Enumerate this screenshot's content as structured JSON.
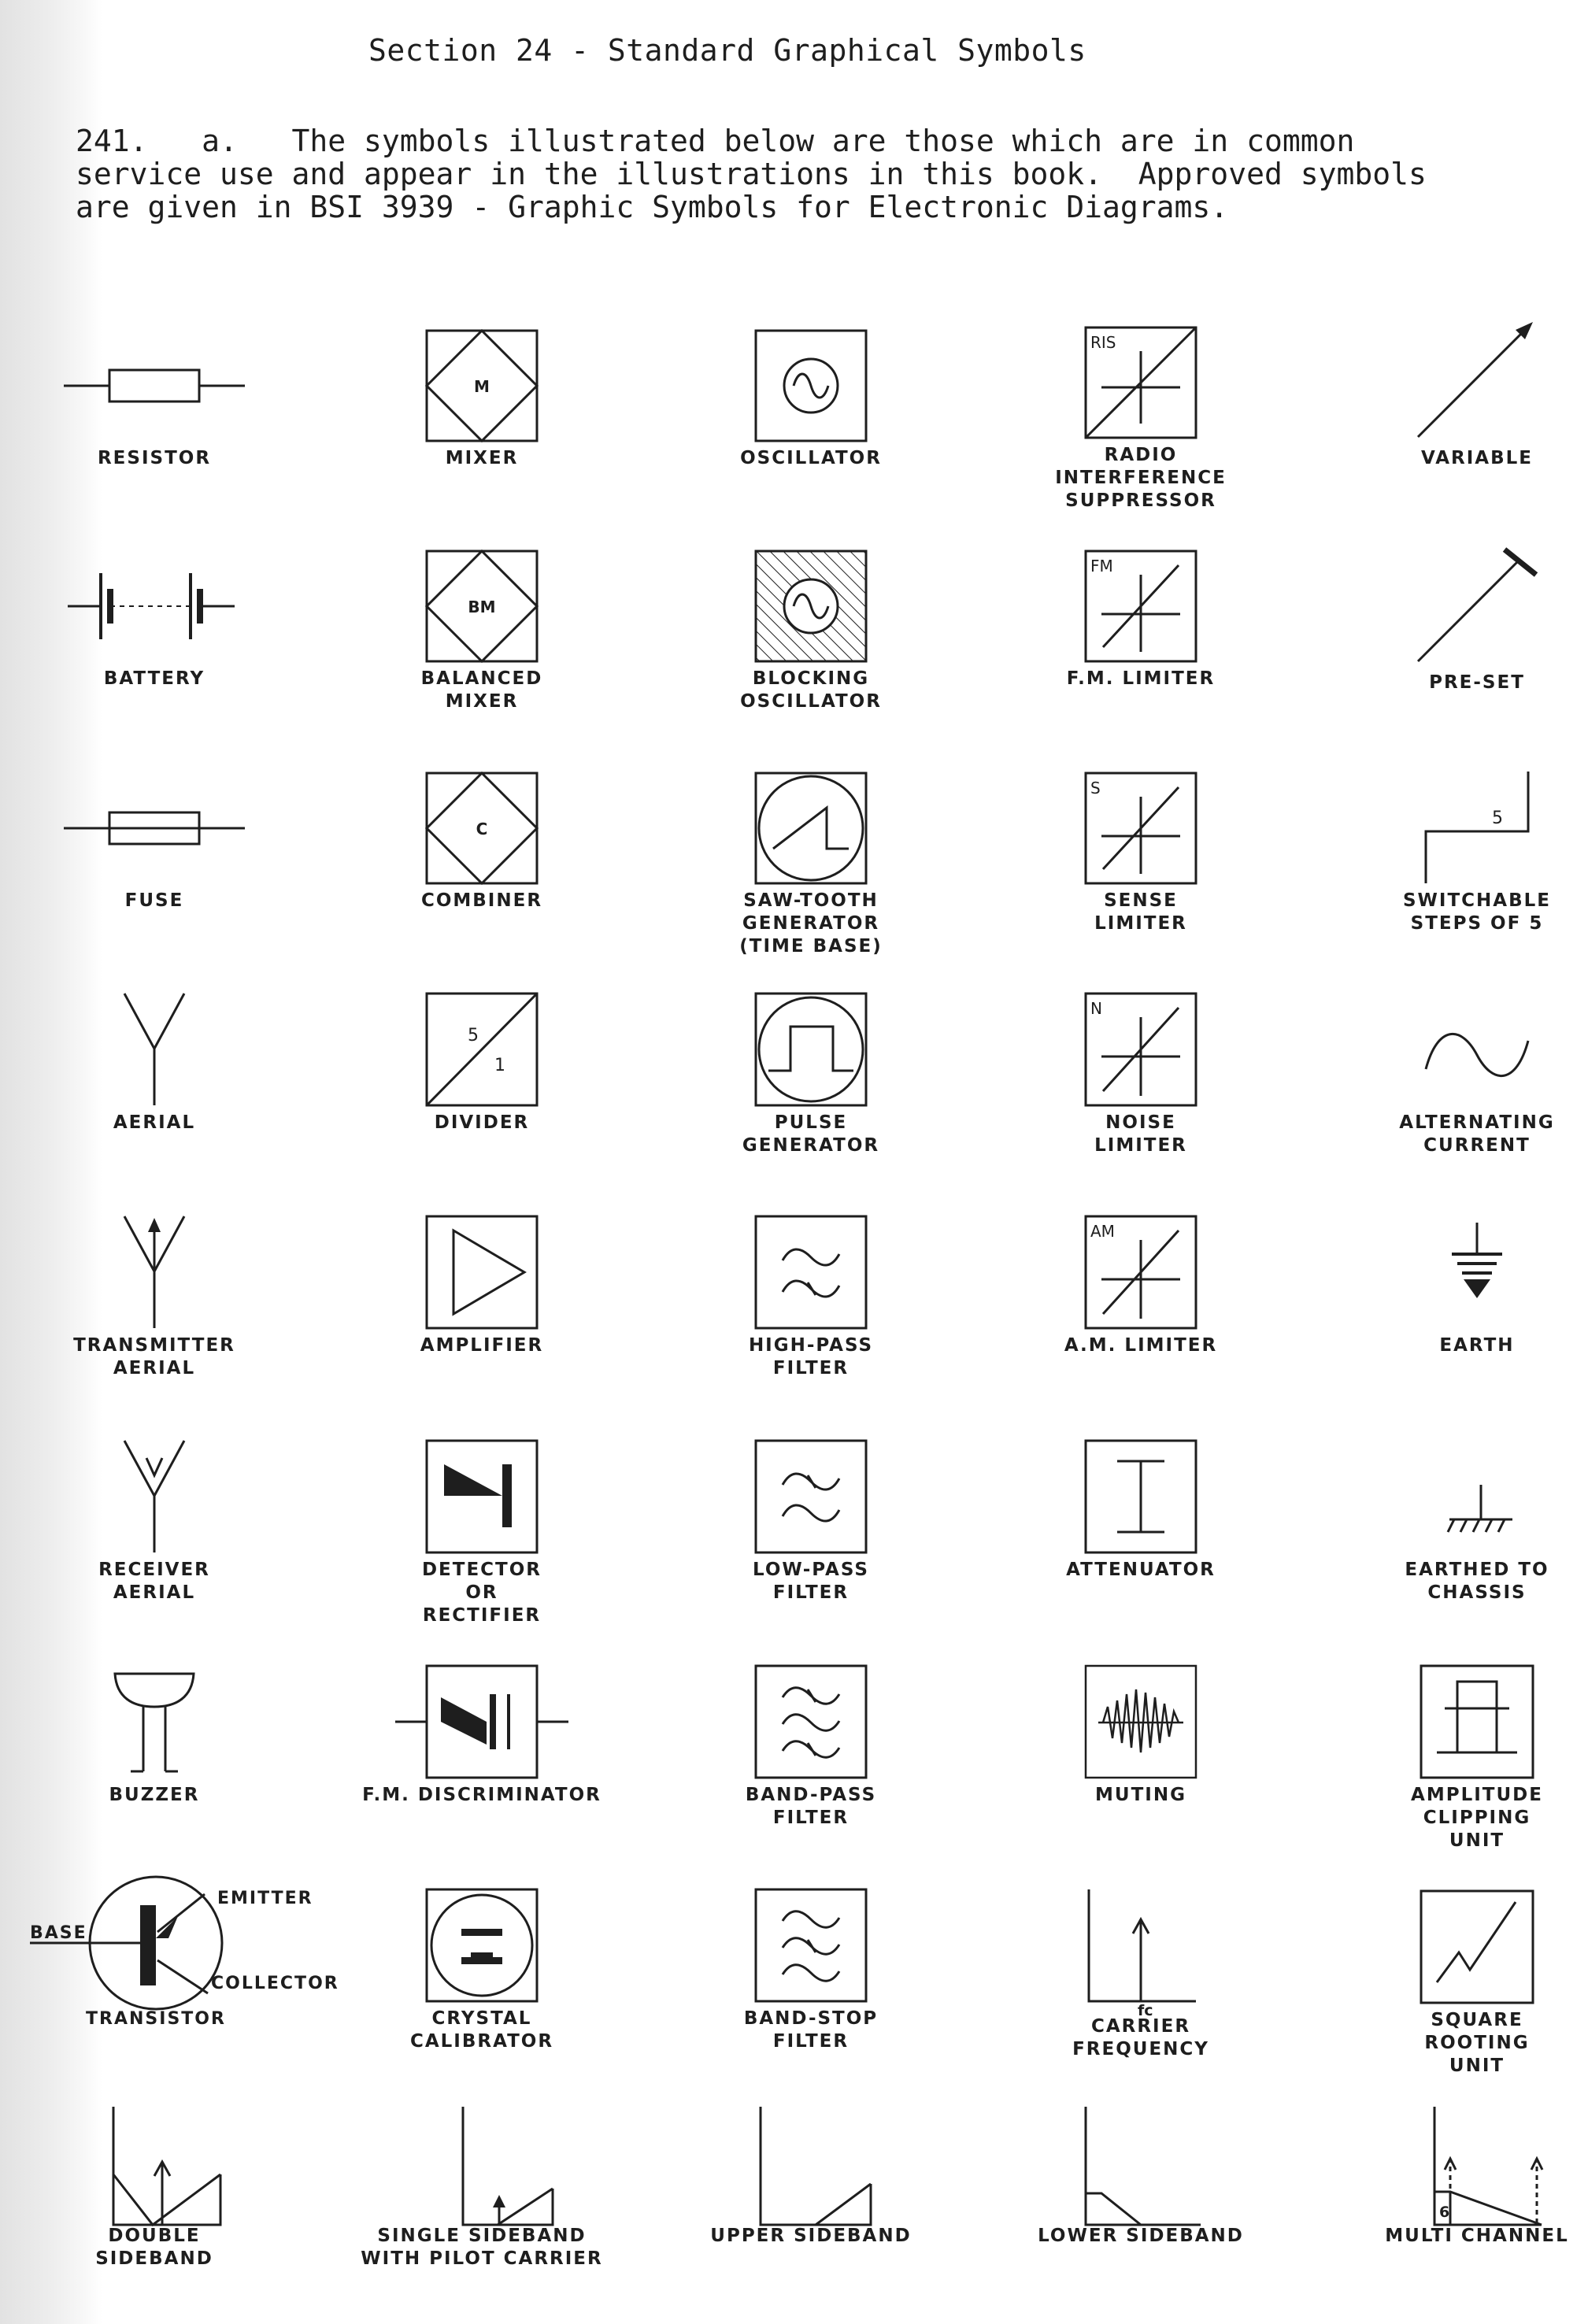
{
  "title": "Section 24 - Standard Graphical Symbols",
  "intro": [
    "241.   a.   The symbols illustrated below are those which are in common",
    "service use and appear in the illustrations in this book.  Approved symbols",
    "are given in BSI 3939 - Graphic Symbols for Electronic Diagrams."
  ],
  "symbols": {
    "resistor": [
      "RESISTOR"
    ],
    "mixer": [
      "MIXER"
    ],
    "mixer_letter": "M",
    "oscillator": [
      "OSCILLATOR"
    ],
    "ris": [
      "RADIO",
      "INTERFERENCE",
      "SUPPRESSOR"
    ],
    "ris_letter": "RIS",
    "variable": [
      "VARIABLE"
    ],
    "battery": [
      "BATTERY"
    ],
    "balanced_mixer": [
      "BALANCED",
      "MIXER"
    ],
    "bm_letter": "BM",
    "blocking_osc": [
      "BLOCKING",
      "OSCILLATOR"
    ],
    "fm_limiter": [
      "F.M. LIMITER"
    ],
    "fm_letter": "FM",
    "preset": [
      "PRE-SET"
    ],
    "fuse": [
      "FUSE"
    ],
    "combiner": [
      "COMBINER"
    ],
    "c_letter": "C",
    "sawtooth": [
      "SAW-TOOTH",
      "GENERATOR",
      "(TIME BASE)"
    ],
    "sense_limiter": [
      "SENSE",
      "LIMITER"
    ],
    "s_letter": "S",
    "switchable": [
      "SWITCHABLE",
      "STEPS OF 5"
    ],
    "switch_num": "5",
    "aerial": [
      "AERIAL"
    ],
    "divider": [
      "DIVIDER"
    ],
    "div_top": "5",
    "div_bottom": "1",
    "pulse_gen": [
      "PULSE",
      "GENERATOR"
    ],
    "noise_limiter": [
      "NOISE",
      "LIMITER"
    ],
    "n_letter": "N",
    "ac": [
      "ALTERNATING",
      "CURRENT"
    ],
    "tx_aerial": [
      "TRANSMITTER",
      "AERIAL"
    ],
    "amplifier": [
      "AMPLIFIER"
    ],
    "hpf": [
      "HIGH-PASS",
      "FILTER"
    ],
    "am_limiter": [
      "A.M. LIMITER"
    ],
    "am_letter": "AM",
    "earth": [
      "EARTH"
    ],
    "rx_aerial": [
      "RECEIVER",
      "AERIAL"
    ],
    "detector": [
      "DETECTOR",
      "OR",
      "RECTIFIER"
    ],
    "lpf": [
      "LOW-PASS",
      "FILTER"
    ],
    "attenuator": [
      "ATTENUATOR"
    ],
    "chassis": [
      "EARTHED TO",
      "CHASSIS"
    ],
    "buzzer": [
      "BUZZER"
    ],
    "fm_disc": [
      "F.M. DISCRIMINATOR"
    ],
    "bpf": [
      "BAND-PASS",
      "FILTER"
    ],
    "muting": [
      "MUTING"
    ],
    "clipping": [
      "AMPLITUDE",
      "CLIPPING",
      "UNIT"
    ],
    "transistor": [
      "TRANSISTOR"
    ],
    "emitter": "EMITTER",
    "base": "BASE",
    "collector": "COLLECTOR",
    "crystal": [
      "CRYSTAL",
      "CALIBRATOR"
    ],
    "bsf": [
      "BAND-STOP",
      "FILTER"
    ],
    "carrier": [
      "CARRIER",
      "FREQUENCY"
    ],
    "fc": "fc",
    "sqrt": [
      "SQUARE",
      "ROOTING",
      "UNIT"
    ],
    "dsb": [
      "DOUBLE",
      "SIDEBAND"
    ],
    "ssb_pilot": [
      "SINGLE SIDEBAND",
      "WITH PILOT CARRIER"
    ],
    "usb": [
      "UPPER SIDEBAND"
    ],
    "lsb": [
      "LOWER SIDEBAND"
    ],
    "multi": [
      "MULTI CHANNEL"
    ],
    "multi_num": "6"
  }
}
